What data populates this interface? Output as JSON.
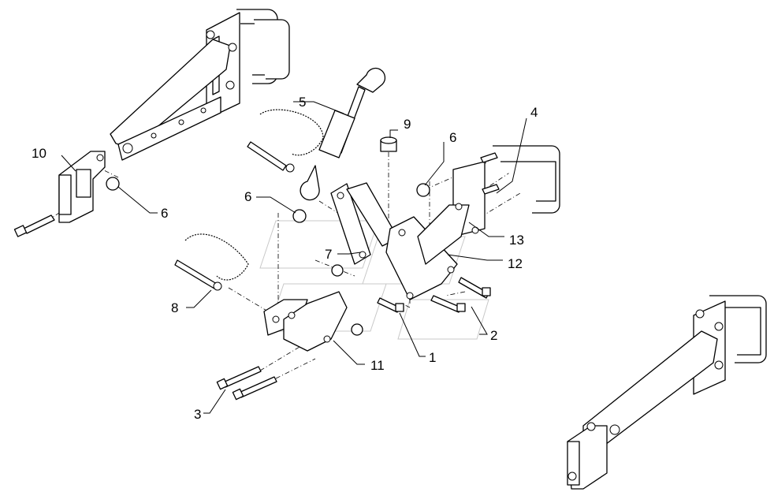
{
  "callouts": [
    {
      "id": "c1",
      "text": "1"
    },
    {
      "id": "c2",
      "text": "2"
    },
    {
      "id": "c3",
      "text": "3"
    },
    {
      "id": "c4",
      "text": "4"
    },
    {
      "id": "c5",
      "text": "5"
    },
    {
      "id": "c6a",
      "text": "6"
    },
    {
      "id": "c6b",
      "text": "6"
    },
    {
      "id": "c6c",
      "text": "6"
    },
    {
      "id": "c7",
      "text": "7"
    },
    {
      "id": "c8",
      "text": "8"
    },
    {
      "id": "c9",
      "text": "9"
    },
    {
      "id": "c10",
      "text": "10"
    },
    {
      "id": "c11",
      "text": "11"
    },
    {
      "id": "c12",
      "text": "12"
    },
    {
      "id": "c13",
      "text": "13"
    }
  ]
}
